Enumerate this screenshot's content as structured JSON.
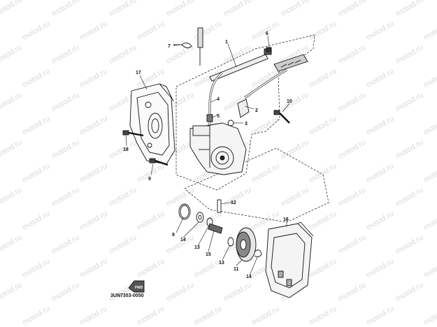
{
  "watermark": "motod.ru",
  "diagram_code": "3UN7353-0050",
  "fwd_label": "FWD",
  "parts": [
    {
      "number": "1"
    },
    {
      "number": "2"
    },
    {
      "number": "3"
    },
    {
      "number": "4"
    },
    {
      "number": "5"
    },
    {
      "number": "6"
    },
    {
      "number": "7"
    },
    {
      "number": "8"
    },
    {
      "number": "9"
    },
    {
      "number": "10"
    },
    {
      "number": "11"
    },
    {
      "number": "12"
    },
    {
      "number": "13"
    },
    {
      "number": "14"
    },
    {
      "number": "15"
    },
    {
      "number": "16"
    },
    {
      "number": "17"
    },
    {
      "number": "18"
    }
  ],
  "callouts": [
    {
      "label": "1"
    },
    {
      "label": "2"
    },
    {
      "label": "3"
    },
    {
      "label": "4"
    },
    {
      "label": "5"
    },
    {
      "label": "6"
    },
    {
      "label": "7"
    },
    {
      "label": "8"
    },
    {
      "label": "9"
    },
    {
      "label": "10"
    },
    {
      "label": "11"
    },
    {
      "label": "12"
    },
    {
      "label": "13"
    },
    {
      "label": "13"
    },
    {
      "label": "14"
    },
    {
      "label": "14"
    },
    {
      "label": "15"
    },
    {
      "label": "16"
    },
    {
      "label": "17"
    },
    {
      "label": "18"
    }
  ]
}
